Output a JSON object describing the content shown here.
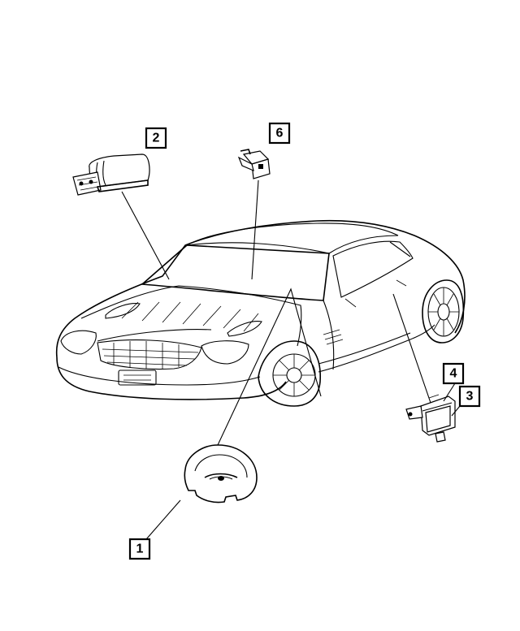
{
  "diagram": {
    "callouts": [
      {
        "id": "callout-1",
        "label": "1"
      },
      {
        "id": "callout-2",
        "label": "2"
      },
      {
        "id": "callout-3",
        "label": "3"
      },
      {
        "id": "callout-4",
        "label": "4"
      },
      {
        "id": "callout-5",
        "label": "6"
      }
    ]
  }
}
